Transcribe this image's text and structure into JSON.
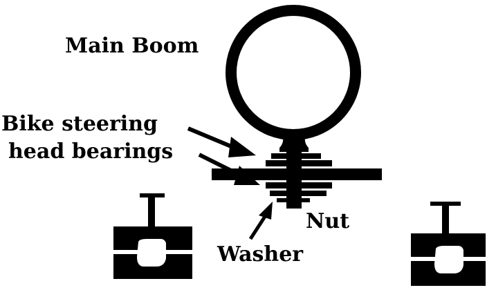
{
  "labels": {
    "main_boom": "Main Boom",
    "steering_line1": "Bike steering",
    "steering_line2": "head bearings",
    "nut": "Nut",
    "washer": "Washer"
  },
  "colors": {
    "ink": "#000000",
    "paper": "#ffffff"
  }
}
